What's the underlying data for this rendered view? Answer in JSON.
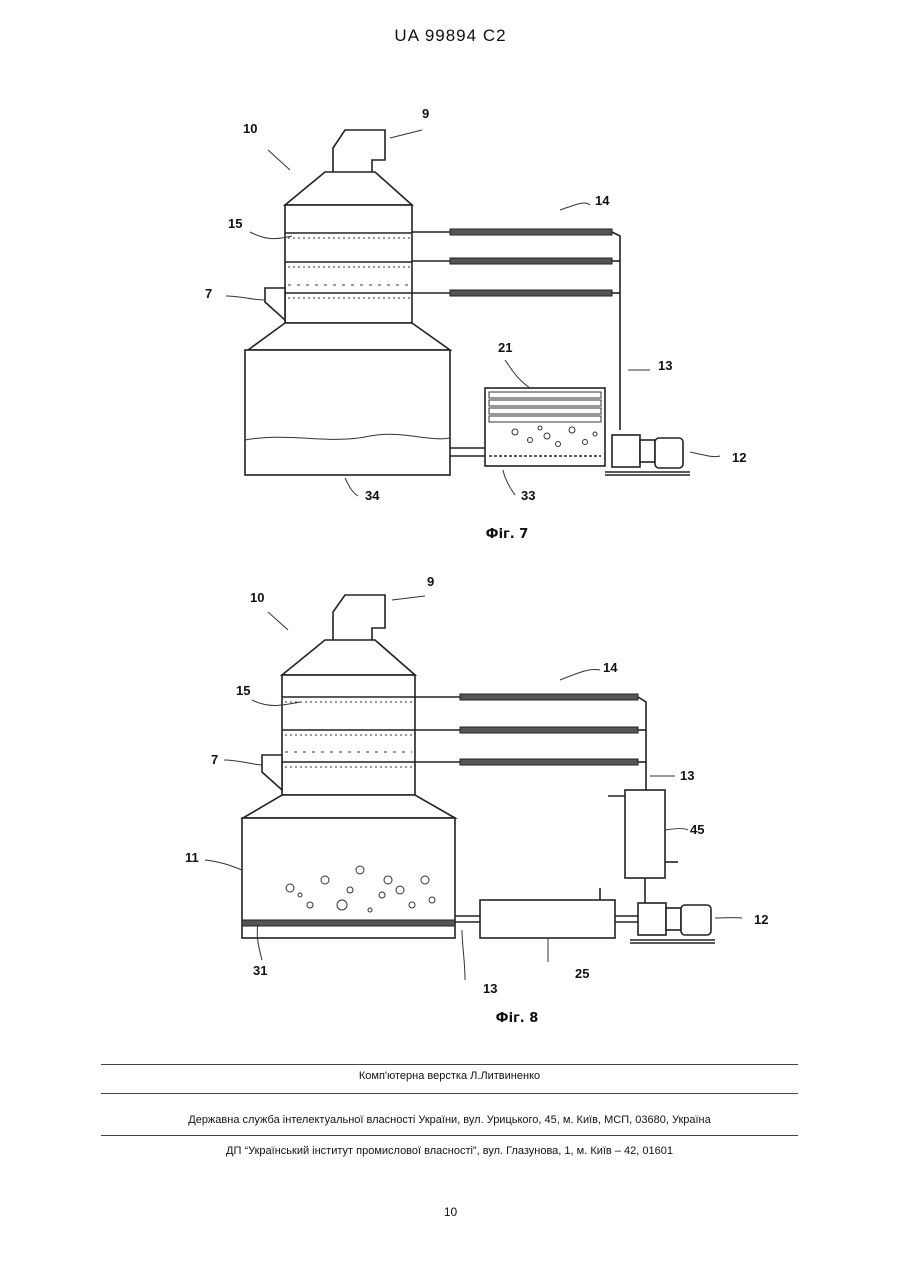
{
  "header": {
    "patent_number": "UA   99894   C2"
  },
  "figures": [
    {
      "caption": "Фіг. 7",
      "labels": {
        "l10": "10",
        "l9": "9",
        "l15": "15",
        "l14": "14",
        "l7": "7",
        "l21": "21",
        "l13": "13",
        "l12": "12",
        "l34": "34",
        "l33": "33"
      }
    },
    {
      "caption": "Фіг. 8",
      "labels": {
        "l10": "10",
        "l9": "9",
        "l15": "15",
        "l14": "14",
        "l7": "7",
        "l13a": "13",
        "l45": "45",
        "l11": "11",
        "l12": "12",
        "l31": "31",
        "l13b": "13",
        "l25": "25"
      }
    }
  ],
  "footer": {
    "layout": "Комп'ютерна верстка Л.Литвиненко",
    "agency": "Державна служба інтелектуальної власності України, вул. Урицького, 45, м. Київ, МСП, 03680, Україна",
    "institute": "ДП “Український інститут промислової власності”, вул. Глазунова, 1, м. Київ – 42, 01601"
  },
  "page_number": "10"
}
